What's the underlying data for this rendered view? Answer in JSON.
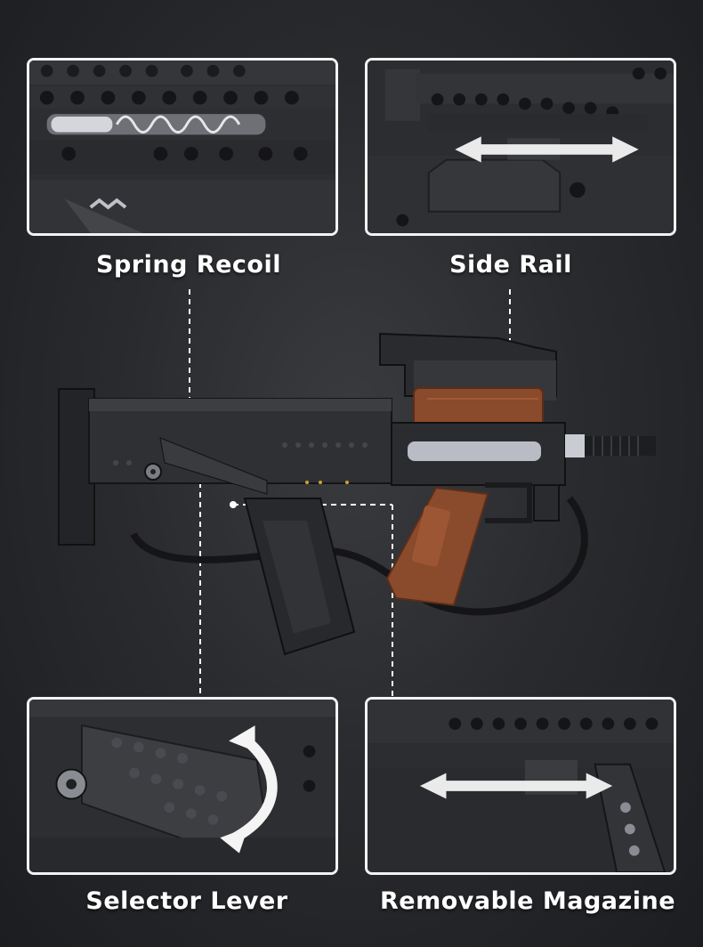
{
  "features": [
    {
      "label": "Spring Recoil"
    },
    {
      "label": "Side Rail"
    },
    {
      "label": "Selector Lever"
    },
    {
      "label": "Removable Magazine"
    }
  ],
  "colors": {
    "panel_border": "#f2f2f2",
    "brick_dark": "#2e2f33",
    "brick_brown": "#8a4a2c",
    "background": "#2a2b2e"
  }
}
